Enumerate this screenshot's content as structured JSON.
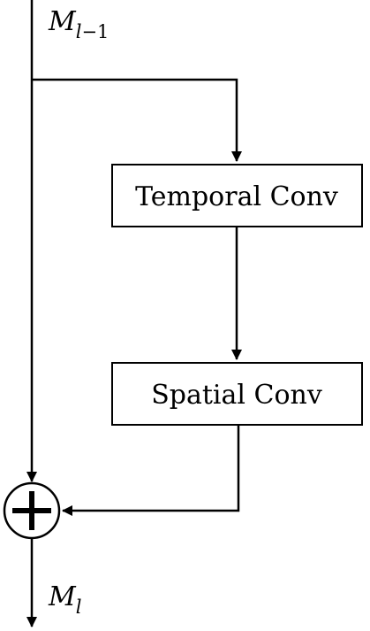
{
  "input_label": {
    "main": "M",
    "sub_var": "l",
    "sub_rest": "−1"
  },
  "output_label": {
    "main": "M",
    "sub_var": "l"
  },
  "boxes": {
    "temporal": "Temporal Conv",
    "spatial": "Spatial Conv"
  },
  "colors": {
    "stroke": "#000000",
    "background": "#ffffff"
  }
}
